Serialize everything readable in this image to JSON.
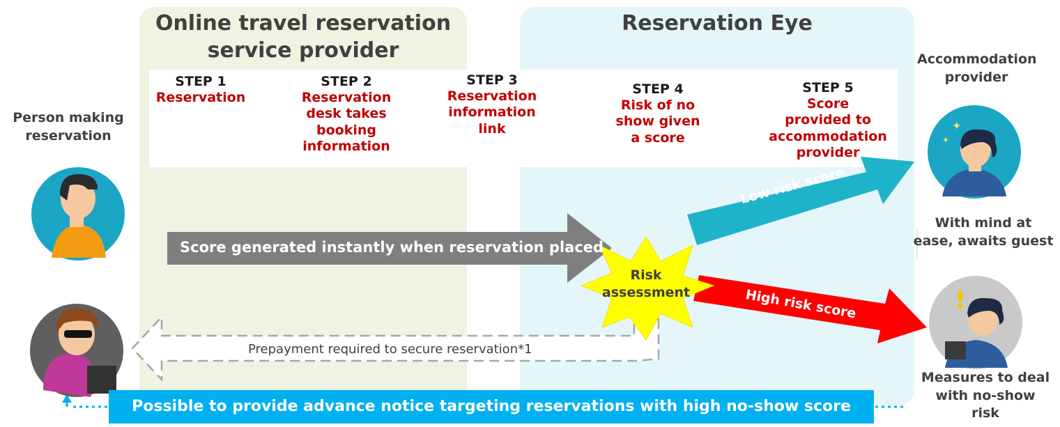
{
  "panels": {
    "left_title": "Online travel reservation\nservice provider",
    "right_title": "Reservation Eye"
  },
  "steps": [
    {
      "num": "STEP 1",
      "desc": "Reservation"
    },
    {
      "num": "STEP 2",
      "desc": "Reservation\ndesk takes\nbooking\ninformation"
    },
    {
      "num": "STEP 3",
      "desc": "Reservation\ninformation\nlink"
    },
    {
      "num": "STEP 4",
      "desc": "Risk of no\nshow given\na score"
    },
    {
      "num": "STEP 5",
      "desc": "Score\nprovided to\naccommodation\nprovider"
    }
  ],
  "actors": {
    "person": "Person making\nreservation",
    "accommodation": "Accommodation\nprovider",
    "ease": "With mind at\nease, awaits guest",
    "measures": "Measures to deal\nwith no-show\nrisk"
  },
  "arrows": {
    "score_generated": "Score generated instantly when reservation placed",
    "low_risk": "Low risk score",
    "high_risk": "High risk score",
    "prepayment": "Prepayment required to secure reservation*1"
  },
  "risk_assessment": "Risk\nassessment",
  "banner": "Possible to provide advance notice targeting reservations with high no-show score",
  "colors": {
    "green_panel": "#eef3e2",
    "blue_panel": "#e4f6fa",
    "step_red": "#c00000",
    "gray_arrow": "#7f7f7f",
    "teal_arrow": "#1fb3c9",
    "red_arrow": "#ff0000",
    "burst_yellow": "#ffff00",
    "banner_blue": "#00b0f0"
  }
}
